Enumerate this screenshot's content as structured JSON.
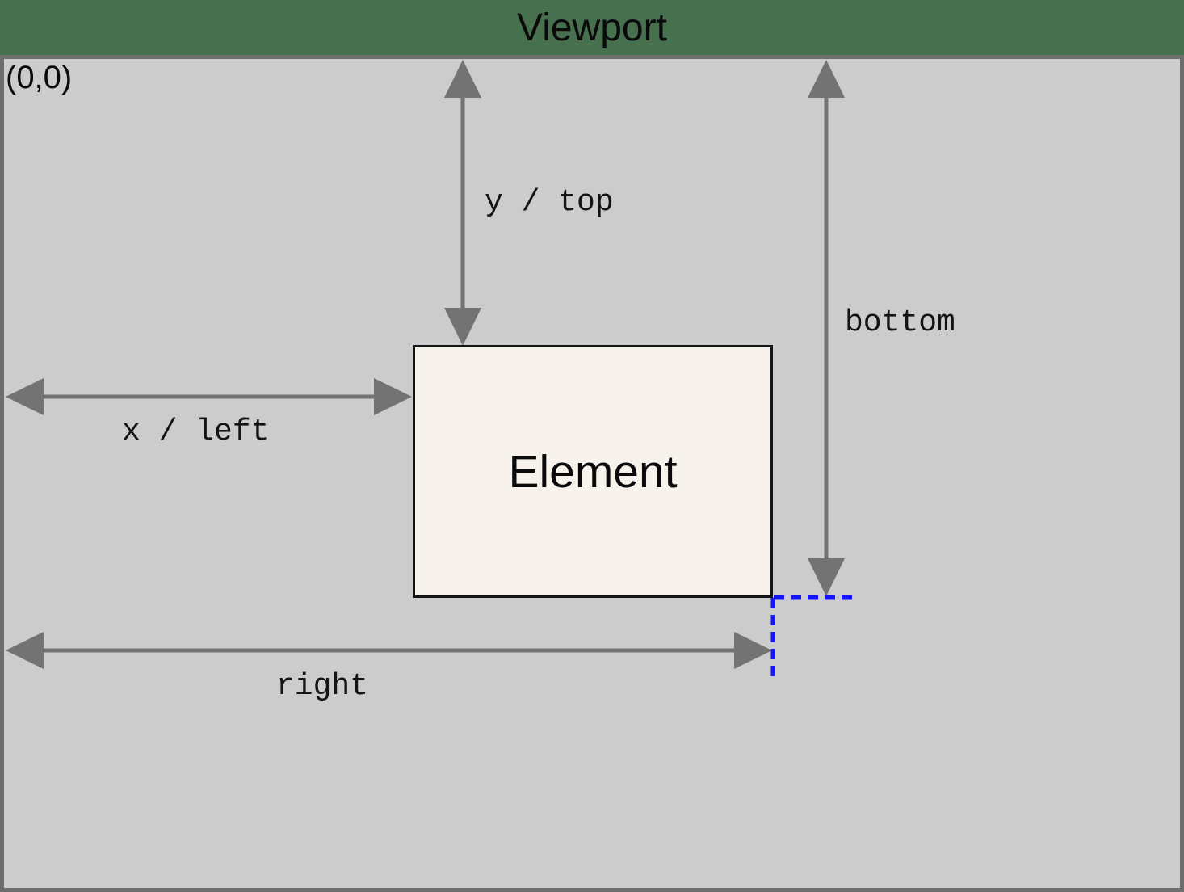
{
  "diagram": {
    "title": "Viewport",
    "origin_label": "(0,0)",
    "element_label": "Element",
    "labels": {
      "y_top": "y / top",
      "bottom": "bottom",
      "x_left": "x / left",
      "right": "right"
    },
    "colors": {
      "background": "#47704f",
      "viewport_fill": "#cccccc",
      "viewport_border": "#6e6e6e",
      "arrow": "#737373",
      "guide": "#1414ff",
      "element_fill": "#f7f3ec",
      "element_border": "#141414",
      "text": "#0a0a0a"
    }
  }
}
